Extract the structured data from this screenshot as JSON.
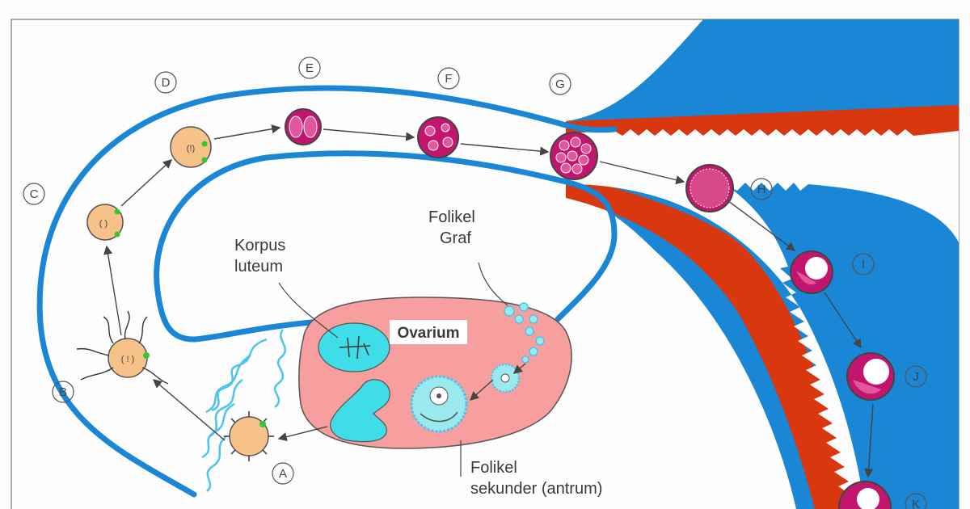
{
  "labels": {
    "korpus_line1": "Korpus",
    "korpus_line2": "luteum",
    "folikel_graf_line1": "Folikel",
    "folikel_graf_line2": "Graf",
    "ovarium": "Ovarium",
    "folikel_sekunder_line1": "Folikel",
    "folikel_sekunder_line2": "sekunder (antrum)"
  },
  "stages": [
    "A",
    "B",
    "C",
    "D",
    "E",
    "F",
    "G",
    "H",
    "I",
    "J",
    "K"
  ],
  "colors": {
    "oviduct_wall": "#1a86d6",
    "uterus_blue": "#1a86d6",
    "uterus_red": "#d9380f",
    "ovary": "#f79e9e",
    "corpus_luteum": "#3fdde8",
    "fimbriae": "#4cc4ee",
    "oocyte": "#f7c28a",
    "embryo": "#c2166e",
    "polar_body": "#32c832",
    "ink": "#444444"
  }
}
